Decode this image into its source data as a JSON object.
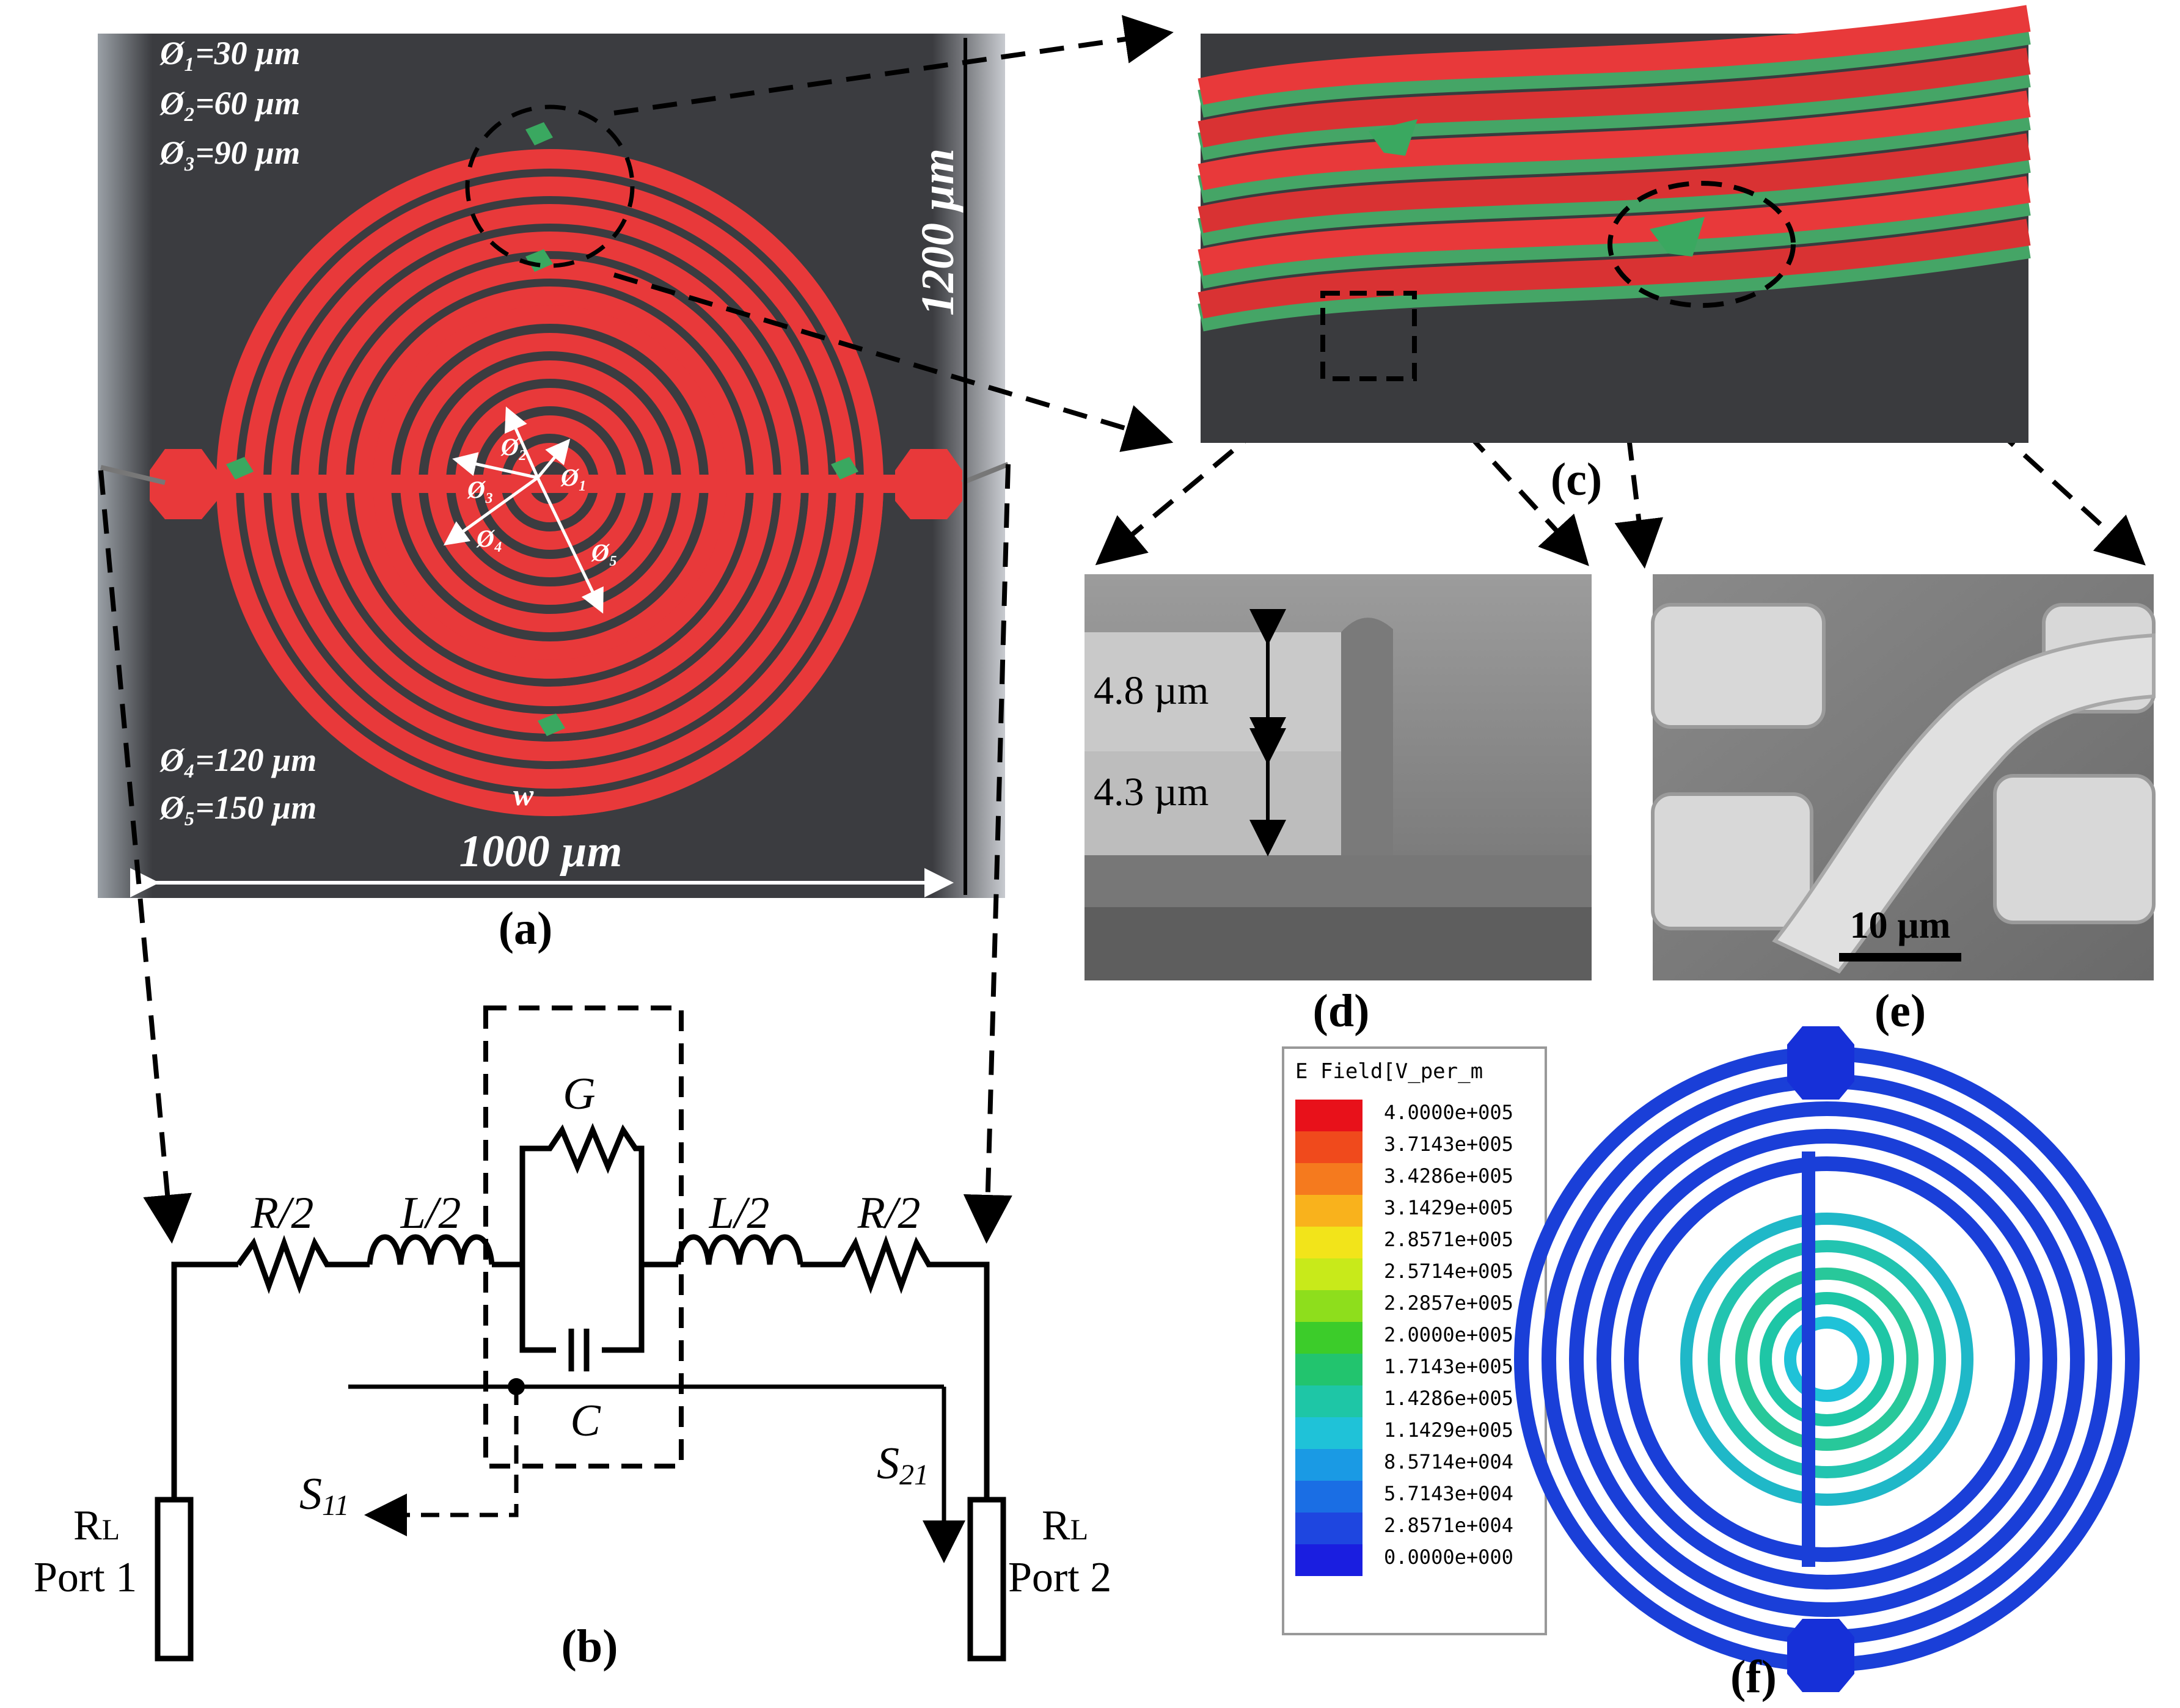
{
  "panels": {
    "a": {
      "label": "(a)",
      "diameters": [
        "Ø₁=30 µm",
        "Ø₂=60 µm",
        "Ø₃=90 µm",
        "Ø₄=120 µm",
        "Ø₅=150 µm"
      ],
      "center_labels": [
        "Ø₁",
        "Ø₂",
        "Ø₃",
        "Ø₄",
        "Ø₅"
      ],
      "width_dim": "1000 µm",
      "height_dim": "1200 µm",
      "w_label": "w"
    },
    "b": {
      "label": "(b)",
      "components": {
        "r_left": "R/2",
        "l_left": "L/2",
        "g": "G",
        "c": "C",
        "l_right": "L/2",
        "r_right": "R/2"
      },
      "ports": {
        "p1_r": "R",
        "p1_sub": "L",
        "p1_name": "Port 1",
        "p2_r": "R",
        "p2_sub": "L",
        "p2_name": "Port 2"
      },
      "s11": "S",
      "s11_sub": "11",
      "s21": "S",
      "s21_sub": "21"
    },
    "c": {
      "label": "(c)"
    },
    "d": {
      "label": "(d)",
      "thickness_top": "4.8 µm",
      "thickness_bottom": "4.3 µm"
    },
    "e": {
      "label": "(e)",
      "scale": "10 µm"
    },
    "f": {
      "label": "(f)",
      "legend_title": "E Field[V_per_m",
      "legend_values": [
        "4.0000e+005",
        "3.7143e+005",
        "3.4286e+005",
        "3.1429e+005",
        "2.8571e+005",
        "2.5714e+005",
        "2.2857e+005",
        "2.0000e+005",
        "1.7143e+005",
        "1.4286e+005",
        "1.1429e+005",
        "8.5714e+004",
        "5.7143e+004",
        "2.8571e+004",
        "0.0000e+000"
      ],
      "legend_colors": [
        "#e8111a",
        "#f04a1c",
        "#f57a1e",
        "#f9b21c",
        "#f2e41a",
        "#c8ea1a",
        "#8ede1c",
        "#3ccc2a",
        "#22c46e",
        "#1ec6a6",
        "#1fc2d8",
        "#1a9ae4",
        "#1a6ee4",
        "#1e46e0",
        "#1a1ee0"
      ]
    }
  },
  "colors": {
    "trace": "#e8393a",
    "via": "#3aa860",
    "substrate": "#3c3d40",
    "field_low": "#1a3fd8"
  }
}
